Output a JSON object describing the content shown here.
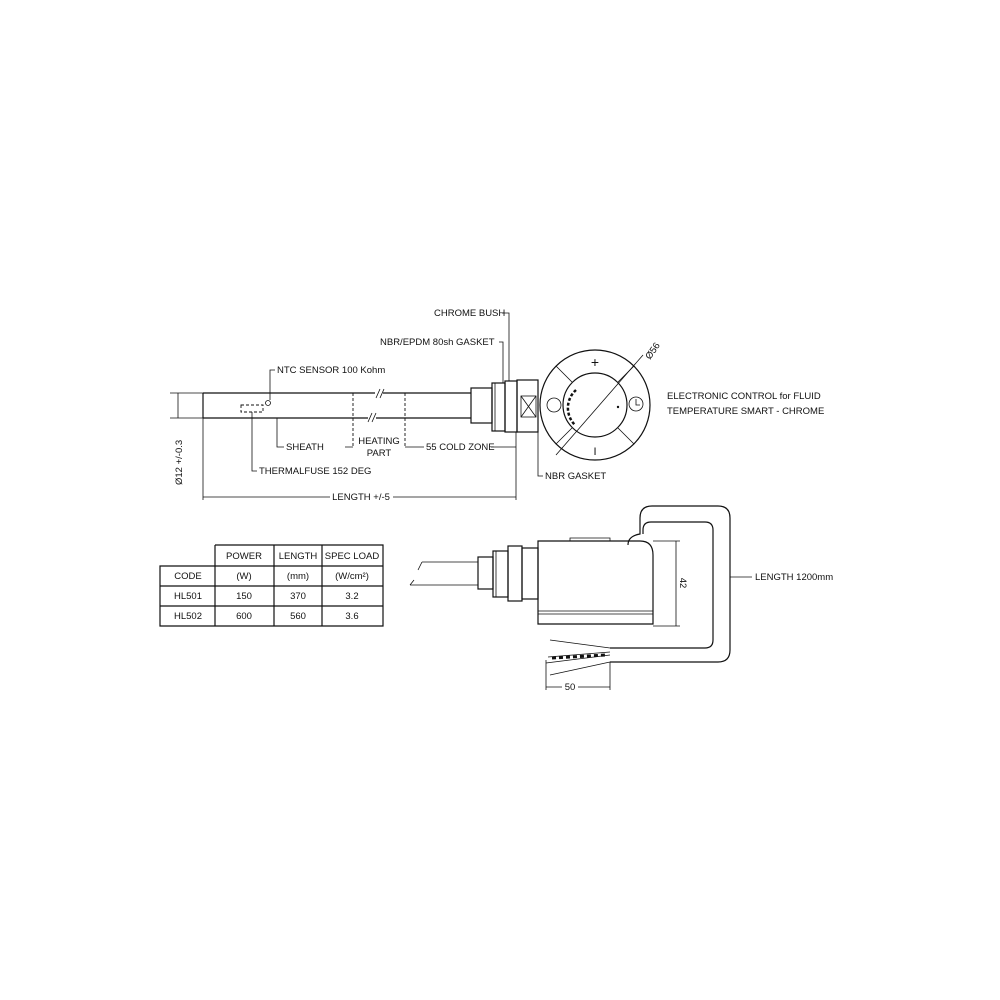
{
  "labels": {
    "chrome_bush": "CHROME BUSH",
    "gasket_80sh": "NBR/EPDM 80sh GASKET",
    "ntc_sensor": "NTC SENSOR 100 Kohm",
    "sheath": "SHEATH",
    "heating_part_1": "HEATING",
    "heating_part_2": "PART",
    "cold_zone": "55 COLD ZONE",
    "thermalfuse": "THERMALFUSE 152 DEG",
    "length": "LENGTH +/-5",
    "diameter": "Ø12 +/-0.3",
    "nbr_gasket": "NBR GASKET",
    "control_diameter": "Ø56",
    "control_line1": "ELECTRONIC CONTROL for FLUID",
    "control_line2": "TEMPERATURE SMART - CHROME",
    "plus": "+",
    "minus": "I",
    "height_dim": "42",
    "wire_dim": "50",
    "cable_length": "LENGTH 1200mm"
  },
  "table": {
    "header1": [
      "",
      "POWER",
      "LENGTH",
      "SPEC LOAD"
    ],
    "header2": [
      "CODE",
      "(W)",
      "(mm)",
      "(W/cm²)"
    ],
    "rows": [
      [
        "HL501",
        "150",
        "370",
        "3.2"
      ],
      [
        "HL502",
        "600",
        "560",
        "3.6"
      ]
    ]
  }
}
